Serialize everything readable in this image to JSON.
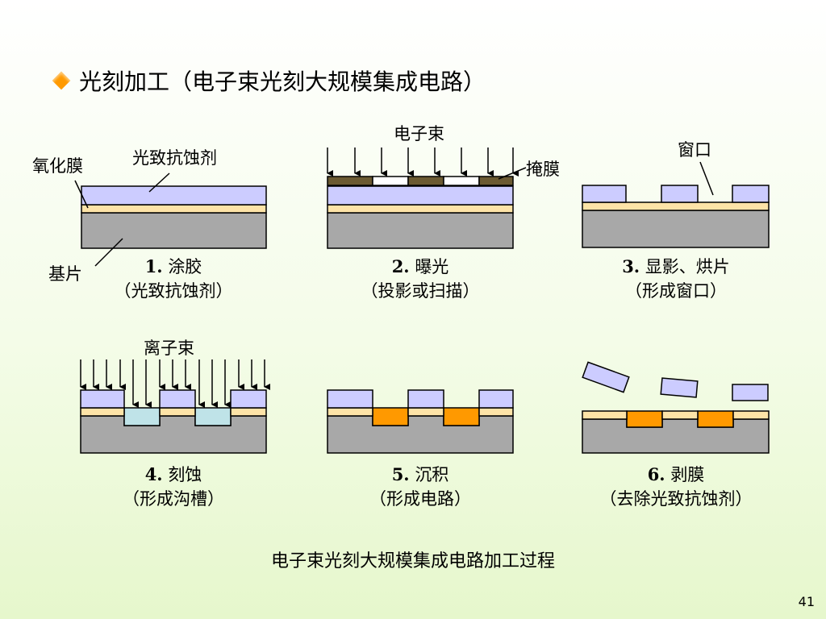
{
  "title": "光刻加工（电子束光刻大规模集成电路）",
  "labels": {
    "oxide_film": "氧化膜",
    "photoresist": "光致抗蚀剂",
    "substrate": "基片",
    "electron_beam": "电子束",
    "mask": "掩膜",
    "window": "窗口",
    "ion_beam": "离子束"
  },
  "steps": [
    {
      "num": "1.",
      "name": "涂胶",
      "sub": "（光致抗蚀剂）"
    },
    {
      "num": "2.",
      "name": "曝光",
      "sub": "（投影或扫描）"
    },
    {
      "num": "3.",
      "name": "显影、烘片",
      "sub": "（形成窗口）"
    },
    {
      "num": "4.",
      "name": "刻蚀",
      "sub": "（形成沟槽）"
    },
    {
      "num": "5.",
      "name": "沉积",
      "sub": "（形成电路）"
    },
    {
      "num": "6.",
      "name": "剥膜",
      "sub": "（去除光致抗蚀剂）"
    }
  ],
  "caption": "电子束光刻大规模集成电路加工过程",
  "page_number": "41",
  "colors": {
    "substrate": "#a8a8a8",
    "oxide": "#fde3a7",
    "resist": "#ccccff",
    "mask_dark": "#6b5a32",
    "trench": "#bfe3e8",
    "metal": "#ff9900",
    "accent": "#ff9a00"
  }
}
